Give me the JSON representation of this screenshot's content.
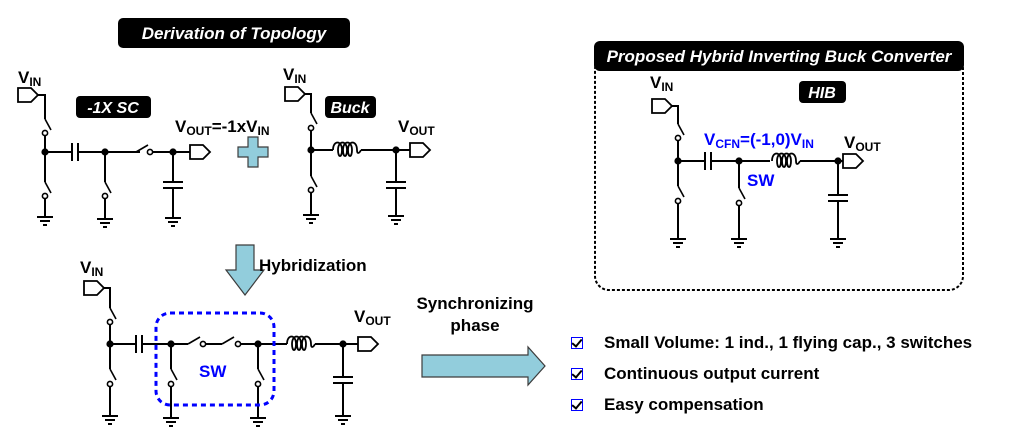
{
  "titles": {
    "derivation": "Derivation of Topology",
    "proposed": "Proposed Hybrid Inverting Buck Converter"
  },
  "tags": {
    "sc": "-1X SC",
    "buck": "Buck",
    "hib": "HIB"
  },
  "labels": {
    "v": "V",
    "in_sub": "IN",
    "out_sub": "OUT",
    "cfn_sub": "CFN",
    "sc_vout_eq": "=-1xV",
    "vcfn_eq": "=(-1,0)V",
    "sw": "SW",
    "hybridization": "Hybridization",
    "sync_line1": "Synchronizing",
    "sync_line2": "phase"
  },
  "features": [
    {
      "checked": true,
      "text": "Small Volume: 1 ind., 1 flying cap., 3 switches"
    },
    {
      "checked": true,
      "text": "Continuous output current"
    },
    {
      "checked": true,
      "text": "Easy compensation"
    }
  ],
  "colors": {
    "arrow_fill": "#92cddc",
    "highlight_blue": "#0000ff",
    "tag_bg": "#000000"
  }
}
